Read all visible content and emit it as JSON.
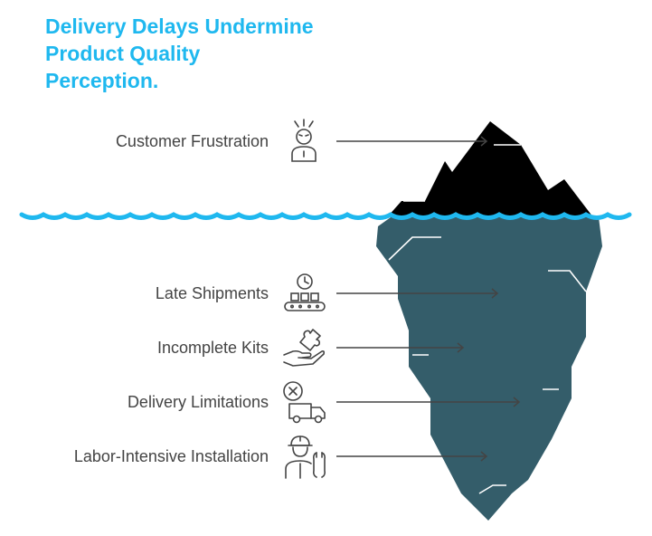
{
  "title": {
    "line1": "Delivery Delays Undermine",
    "line2": "Product Quality",
    "line3": "Perception."
  },
  "above_water": {
    "items": [
      {
        "label": "Customer Frustration",
        "icon": "frustrated-person-icon"
      }
    ]
  },
  "below_water": {
    "items": [
      {
        "label": "Late Shipments",
        "icon": "clock-conveyor-icon"
      },
      {
        "label": "Incomplete Kits",
        "icon": "puzzle-hand-icon"
      },
      {
        "label": "Delivery Limitations",
        "icon": "truck-cancel-icon"
      },
      {
        "label": "Labor-Intensive Installation",
        "icon": "worker-wrench-icon"
      }
    ]
  },
  "colors": {
    "title": "#1fb8ef",
    "water": "#1fb8ef",
    "iceberg_top": "#000000",
    "iceberg_bottom": "#345d6a",
    "text": "#444444",
    "icon_stroke": "#444444"
  }
}
